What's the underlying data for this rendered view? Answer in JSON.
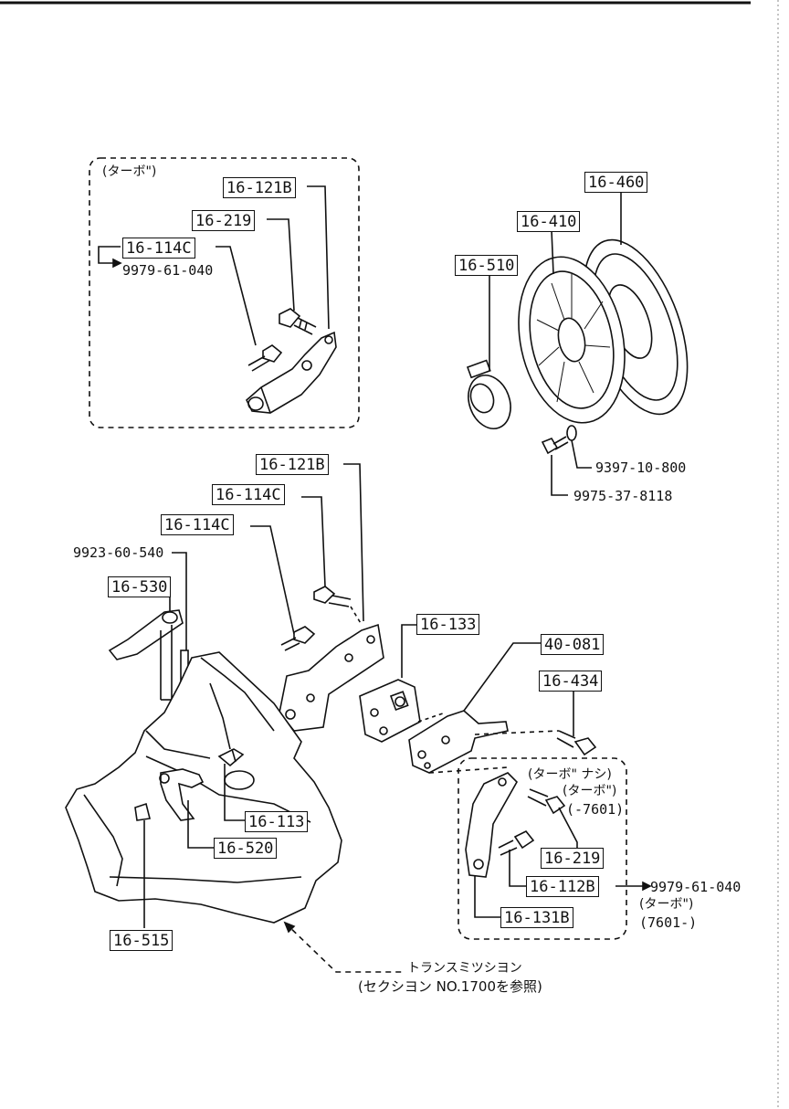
{
  "inset_turbo": {
    "header": "(ターボ\")",
    "part_16_121B": "16-121B",
    "part_16_219": "16-219",
    "part_16_114C": "16-114C",
    "bolt_9979": "9979-61-040"
  },
  "clutch": {
    "part_16_460": "16-460",
    "part_16_410": "16-410",
    "part_16_510": "16-510",
    "bolt_9397": "9397-10-800",
    "bolt_9975": "9975-37-8118"
  },
  "main": {
    "part_16_121B": "16-121B",
    "part_16_114C_a": "16-114C",
    "part_16_114C_b": "16-114C",
    "pin_9923": "9923-60-540",
    "part_16_530": "16-530",
    "part_16_133": "16-133",
    "part_40_081": "40-081",
    "part_16_434": "16-434",
    "part_16_113": "16-113",
    "part_16_520": "16-520",
    "part_16_515": "16-515"
  },
  "inset_lower": {
    "note_turbo_nashi": "(ターボ\" ナシ)",
    "note_turbo": "(ターボ\")",
    "note_7601_prev": "(-7601)",
    "part_16_219": "16-219",
    "part_16_112B": "16-112B",
    "bolt_9979": "9979-61-040",
    "note_turbo2": "(ターボ\")",
    "note_7601_next": "(7601-)",
    "part_16_131B": "16-131B"
  },
  "transmission": {
    "label": "トランスミツシヨン",
    "ref": "(セクシヨン NO.1700を参照)"
  }
}
